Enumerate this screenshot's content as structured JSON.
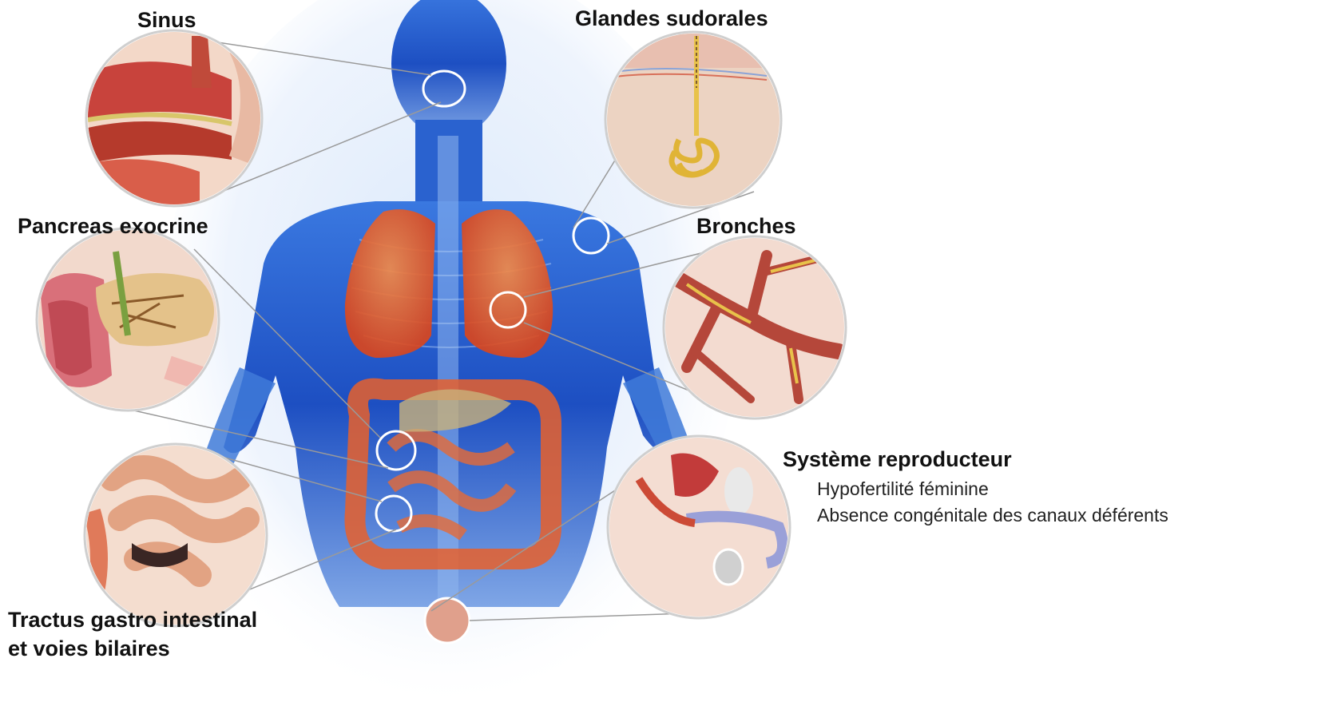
{
  "labels": {
    "sinus": "Sinus",
    "sweat_glands": "Glandes sudorales",
    "pancreas": "Pancreas exocrine",
    "bronchi": "Bronches",
    "reproductive": "Système reproducteur",
    "gi_line1": "Tractus gastro intestinal",
    "gi_line2": "et voies bilaires"
  },
  "reproductive_details": [
    "Hypofertilité féminine",
    "Absence congénitale des canaux déférents"
  ],
  "colors": {
    "body_blue": "#1f56c8",
    "body_glow": "#9fc4f2",
    "organ_orange": "#e8602c",
    "tissue_pink": "#e9a58a",
    "tissue_dark": "#b53a2c",
    "fat_yellow": "#e8c24a",
    "callout_line": "#9a9a9a"
  }
}
